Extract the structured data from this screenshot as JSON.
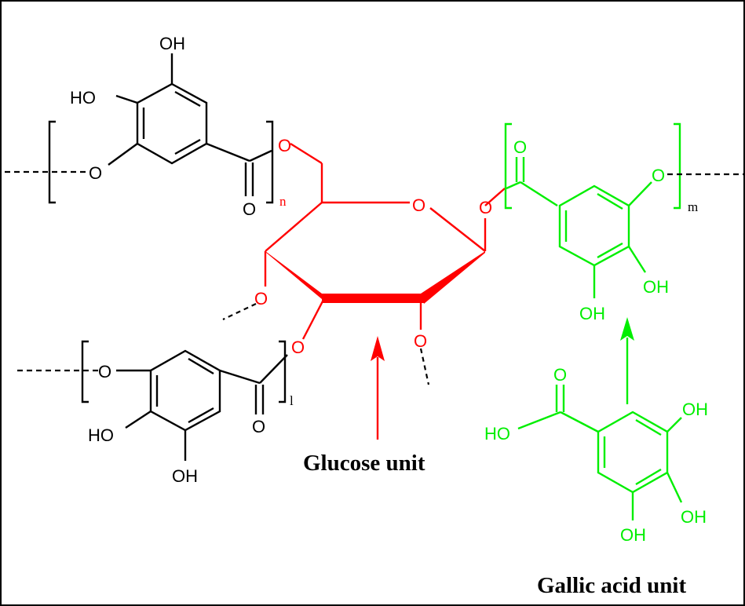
{
  "colors": {
    "black": "#000000",
    "red": "#ff0000",
    "green": "#00ee00"
  },
  "top_gallate": {
    "oh_top": "OH",
    "ho_left": "HO",
    "ester_o": "O",
    "carbonyl_o": "O",
    "subscript": "n"
  },
  "bottom_gallate": {
    "ester_o": "O",
    "carbonyl_o": "O",
    "ho_left": "HO",
    "oh_bottom": "OH",
    "subscript": "l"
  },
  "glucose": {
    "c6_o": "O",
    "ring_o": "O",
    "c1_o": "O",
    "c4_o": "O",
    "c3_o": "O",
    "c2_o": "O"
  },
  "right_gallate": {
    "carbonyl_o": "O",
    "ester_o": "O",
    "oh_right": "OH",
    "oh_bottom": "OH",
    "subscript": "m"
  },
  "gallic_acid": {
    "carbonyl_o": "O",
    "ho_left": "HO",
    "oh_top": "OH",
    "oh_right": "OH",
    "oh_bottom": "OH"
  },
  "labels": {
    "glucose_unit": "Glucose unit",
    "gallic_acid_unit": "Gallic acid unit"
  }
}
